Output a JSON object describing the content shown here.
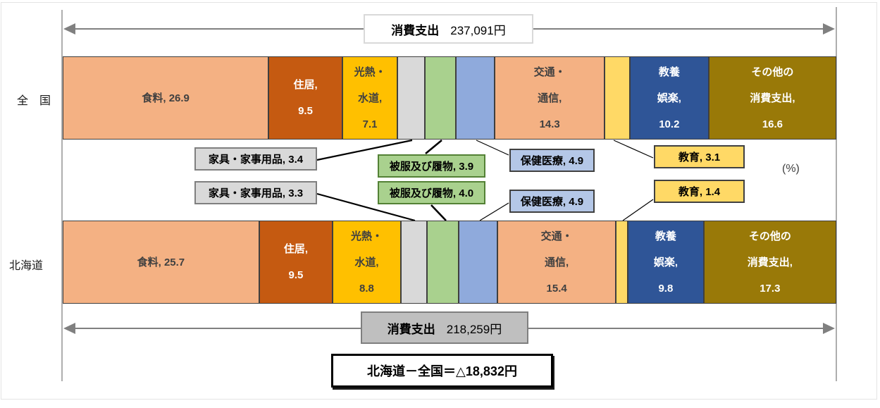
{
  "axis": {
    "row_labels": [
      "全　国",
      "北海道"
    ]
  },
  "annotations": {
    "zenkoku_total": {
      "label": "消費支出",
      "value": "237,091円"
    },
    "hokkaido_total": {
      "label": "消費支出",
      "value": "218,259円"
    },
    "difference": "北海道－全国＝△18,832円",
    "unit_note": "(%)"
  },
  "callouts": {
    "zenkoku": {
      "kagu": "家具・家事用品, 3.4",
      "hifuku": "被服及び履物, 3.9",
      "hoken": "保健医療, 4.9",
      "kyoiku": "教育, 3.1"
    },
    "hokkaido": {
      "kagu": "家具・家事用品, 3.3",
      "hifuku": "被服及び履物, 4.0",
      "hoken": "保健医療, 4.9",
      "kyoiku": "教育, 1.4"
    }
  },
  "chart_data": {
    "type": "bar",
    "subtype": "horizontal-100%-stacked",
    "unit": "%",
    "value_range": [
      0,
      100
    ],
    "legend": "none",
    "categories": [
      "食料",
      "住居",
      "光熱・水道",
      "家具・家事用品",
      "被服及び履物",
      "保健医療",
      "交通・通信",
      "教育",
      "教養娯楽",
      "その他の消費支出"
    ],
    "segment_colors": [
      "#F4B183",
      "#C55A11",
      "#FFC000",
      "#D9D9D9",
      "#A9D18E",
      "#8FAADC",
      "#F4B183",
      "#FFD966",
      "#2F5597",
      "#997908"
    ],
    "segment_text_colors": [
      "#404040",
      "#FFFFFF",
      "#404040",
      null,
      null,
      null,
      "#404040",
      null,
      "#FFFFFF",
      "#FFFFFF"
    ],
    "series": [
      {
        "name": "全国",
        "values": [
          26.9,
          9.5,
          7.1,
          3.4,
          3.9,
          4.9,
          14.3,
          3.1,
          10.2,
          16.6
        ],
        "total": "消費支出 237,091円",
        "label_lines": [
          [
            "食料, 26.9"
          ],
          [
            "住居,",
            "9.5"
          ],
          [
            "光熱・",
            "水道,",
            "7.1"
          ],
          null,
          null,
          null,
          [
            "交通・",
            "通信,",
            "14.3"
          ],
          null,
          [
            "教養",
            "娯楽,",
            "10.2"
          ],
          [
            "その他の",
            "消費支出,",
            "16.6"
          ]
        ]
      },
      {
        "name": "北海道",
        "values": [
          25.7,
          9.5,
          8.8,
          3.3,
          4.0,
          4.9,
          15.4,
          1.4,
          9.8,
          17.3
        ],
        "total": "消費支出 218,259円",
        "label_lines": [
          [
            "食料, 25.7"
          ],
          [
            "住居,",
            "9.5"
          ],
          [
            "光熱・",
            "水道,",
            "8.8"
          ],
          null,
          null,
          null,
          [
            "交通・",
            "通信,",
            "15.4"
          ],
          null,
          [
            "教養",
            "娯楽,",
            "9.8"
          ],
          [
            "その他の",
            "消費支出,",
            "17.3"
          ]
        ]
      }
    ],
    "difference_note": "北海道－全国＝△18,832円"
  }
}
